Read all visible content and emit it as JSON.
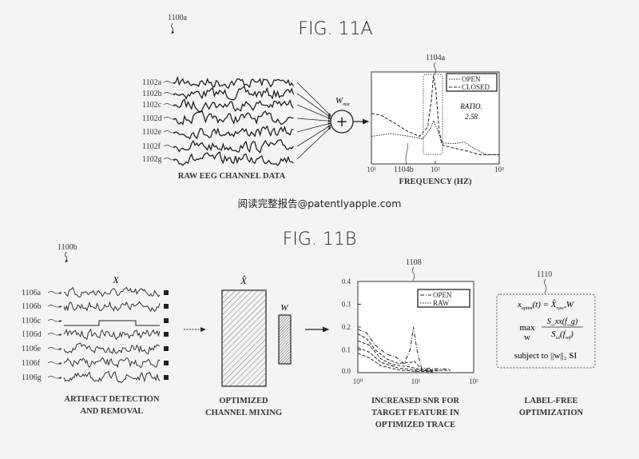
{
  "watermark": "阅读完整报告@patentlyapple.com",
  "fig_a": {
    "title": "FIG. 11A",
    "ref": "1100a",
    "channels": [
      "1102a",
      "1102b",
      "1102c",
      "1102d",
      "1102e",
      "1102f",
      "1102g"
    ],
    "caption": "RAW EEG CHANNEL DATA",
    "mix_label": "W",
    "mix_sub": "mix",
    "peak_ref": "1104a",
    "base_ref": "1104b",
    "ratio_label": "RATIO.",
    "ratio_value": "2.58"
  },
  "fig_b": {
    "title": "FIG. 11B",
    "ref": "1100b",
    "channels": [
      "1106a",
      "1106b",
      "1106c",
      "1106d",
      "1106e",
      "1106f",
      "1106g"
    ],
    "x_label": "X",
    "xhat_label": "X̂",
    "w_label": "W",
    "caption1": [
      "ARTIFACT DETECTION",
      "AND REMOVAL"
    ],
    "caption2": [
      "OPTIMIZED",
      "CHANNEL MIXING"
    ],
    "caption3": [
      "INCREASED SNR FOR",
      "TARGET FEATURE IN",
      "OPTIMIZED TRACE"
    ],
    "caption4": [
      "LABEL-FREE",
      "OPTIMIZATION"
    ],
    "chart_ref": "1108",
    "opt_ref": "1110",
    "formula": {
      "line1": "x_optim(t) = X̂_raw*W",
      "line1_parts": [
        "x",
        "optim",
        "(t) = X̂",
        "raw*",
        "W"
      ],
      "max": "max",
      "w": "w",
      "num": "S_xx(f_g)",
      "num_parts": [
        "S",
        "xx",
        "(f",
        "g",
        ")"
      ],
      "den": "S_xx(f_ref)",
      "den_parts": [
        "S",
        "xx",
        "(f",
        "ref",
        ")"
      ],
      "constraint": "subject to ||w||₂ SI"
    }
  },
  "chart_data": [
    {
      "type": "line",
      "title": "",
      "xlabel": "FREQUENCY (HZ)",
      "ylabel": "",
      "xscale": "log",
      "xlim": [
        1,
        3
      ],
      "x_ticks": [
        "10¹",
        "10²",
        "10³"
      ],
      "ylim": [
        0,
        1
      ],
      "legend": [
        "OPEN",
        "CLOSED"
      ],
      "legend_position": "top-right",
      "series": [
        {
          "name": "OPEN",
          "style": "dotted",
          "points": [
            [
              1,
              0.3
            ],
            [
              1.3,
              0.33
            ],
            [
              1.6,
              0.3
            ],
            [
              1.8,
              0.27
            ],
            [
              1.92,
              0.38
            ],
            [
              1.97,
              0.47
            ],
            [
              2.03,
              0.38
            ],
            [
              2.1,
              0.23
            ],
            [
              2.3,
              0.22
            ],
            [
              2.45,
              0.24
            ],
            [
              2.6,
              0.17
            ],
            [
              2.8,
              0.1
            ],
            [
              3,
              0.1
            ]
          ]
        },
        {
          "name": "CLOSED",
          "style": "dashed",
          "points": [
            [
              1,
              0.55
            ],
            [
              1.15,
              0.53
            ],
            [
              1.35,
              0.45
            ],
            [
              1.55,
              0.36
            ],
            [
              1.75,
              0.3
            ],
            [
              1.88,
              0.4
            ],
            [
              1.94,
              0.7
            ],
            [
              1.97,
              0.96
            ],
            [
              2.01,
              0.8
            ],
            [
              2.06,
              0.35
            ],
            [
              2.12,
              0.2
            ],
            [
              2.3,
              0.17
            ],
            [
              2.5,
              0.14
            ],
            [
              2.7,
              0.1
            ],
            [
              3,
              0.1
            ]
          ]
        }
      ]
    },
    {
      "type": "line",
      "title": "",
      "xscale": "log",
      "xlim": [
        0,
        2
      ],
      "x_ticks": [
        "10⁰",
        "10¹",
        "10²"
      ],
      "ylim": [
        0,
        0.4
      ],
      "y_ticks": [
        "0.0",
        "0.1",
        "0.2",
        "0.3",
        "0.4"
      ],
      "legend": [
        "OPEN",
        "RAW"
      ],
      "legend_position": "top-right",
      "series": [
        {
          "name": "OPEN",
          "style": "dashdot",
          "points": [
            [
              0,
              0.19
            ],
            [
              0.15,
              0.175
            ],
            [
              0.3,
              0.12
            ],
            [
              0.5,
              0.08
            ],
            [
              0.65,
              0.07
            ],
            [
              0.8,
              0.04
            ],
            [
              0.9,
              0.1
            ],
            [
              0.96,
              0.2
            ],
            [
              1.02,
              0.1
            ],
            [
              1.1,
              0.02
            ],
            [
              1.3,
              0.018
            ],
            [
              1.6,
              0.015
            ]
          ]
        },
        {
          "name": "RAW",
          "style": "dashed",
          "points": [
            [
              0,
              0.17
            ],
            [
              0.15,
              0.15
            ],
            [
              0.3,
              0.1
            ],
            [
              0.5,
              0.06
            ],
            [
              0.7,
              0.04
            ],
            [
              0.9,
              0.045
            ],
            [
              0.98,
              0.05
            ],
            [
              1.1,
              0.015
            ],
            [
              1.4,
              0.01
            ],
            [
              1.6,
              0.01
            ]
          ]
        },
        {
          "name": "RAW",
          "style": "dashed",
          "points": [
            [
              0,
              0.14
            ],
            [
              0.2,
              0.12
            ],
            [
              0.4,
              0.06
            ],
            [
              0.6,
              0.035
            ],
            [
              0.9,
              0.025
            ],
            [
              1.1,
              0.012
            ],
            [
              1.4,
              0.008
            ]
          ]
        },
        {
          "name": "RAW",
          "style": "dashed",
          "points": [
            [
              0,
              0.11
            ],
            [
              0.2,
              0.09
            ],
            [
              0.4,
              0.045
            ],
            [
              0.7,
              0.02
            ],
            [
              1.0,
              0.012
            ],
            [
              1.3,
              0.006
            ]
          ]
        },
        {
          "name": "RAW",
          "style": "dashed",
          "points": [
            [
              0,
              0.085
            ],
            [
              0.2,
              0.065
            ],
            [
              0.4,
              0.03
            ],
            [
              0.7,
              0.012
            ],
            [
              1.0,
              0.006
            ],
            [
              1.3,
              0.004
            ]
          ]
        }
      ]
    }
  ]
}
